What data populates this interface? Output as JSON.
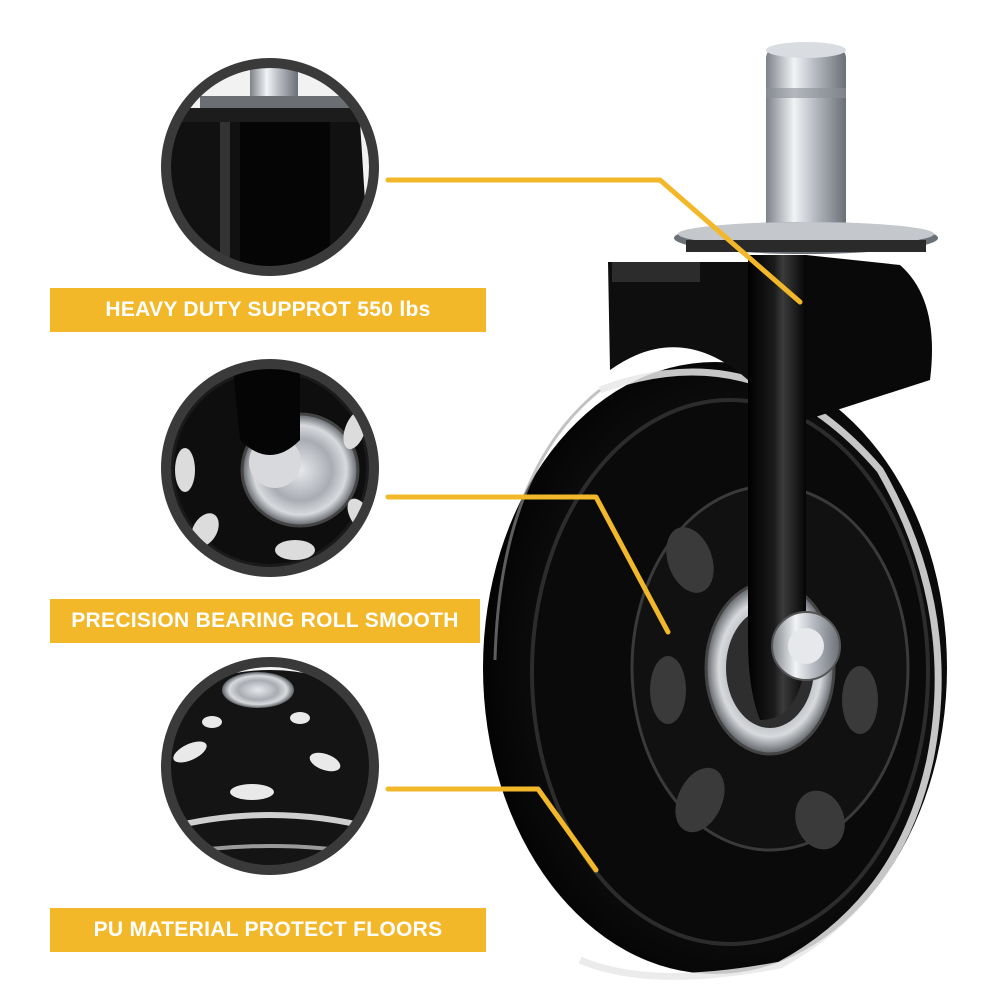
{
  "colors": {
    "accent": "#f2b82a",
    "wheel": "#0b0b0b",
    "metal": "#c9ccd1",
    "callout-ring": "#3a3a3a"
  },
  "icons": [
    "stem-icon",
    "caster-wheel-icon",
    "bearing-icon",
    "callout-circle-icon"
  ],
  "callouts": [
    {
      "label": "HEAVY DUTY SUPPROT 550 lbs"
    },
    {
      "label": "PRECISION BEARING ROLL SMOOTH"
    },
    {
      "label": "PU MATERIAL PROTECT FLOORS"
    }
  ]
}
